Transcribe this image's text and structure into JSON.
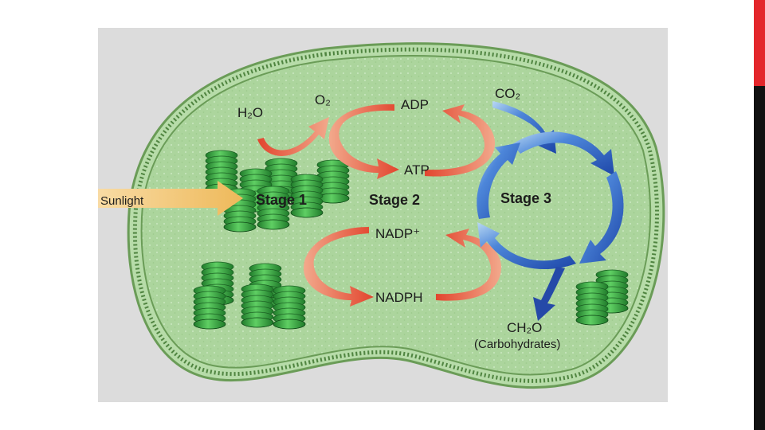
{
  "diagram": {
    "input_label": "Sunlight",
    "stages": [
      "Stage 1",
      "Stage 2",
      "Stage 3"
    ],
    "molecules": {
      "water": "H₂O",
      "oxygen": "O₂",
      "adp": "ADP",
      "atp": "ATP",
      "nadp": "NADP⁺",
      "nadph": "NADPH",
      "co2": "CO₂",
      "ch2o": "CH₂O",
      "carbohydrates": "(Carbohydrates)"
    }
  },
  "colors": {
    "cytoplasm": "#a9d49a",
    "membrane": "#6fa55a",
    "thylakoid": "#3fae4a",
    "red_arrow": "#e2452e",
    "blue_cycle": "#2f5fc4",
    "sunlight_arrow": "#f3c77a",
    "accent_red": "#e3262b",
    "accent_black": "#111111"
  }
}
